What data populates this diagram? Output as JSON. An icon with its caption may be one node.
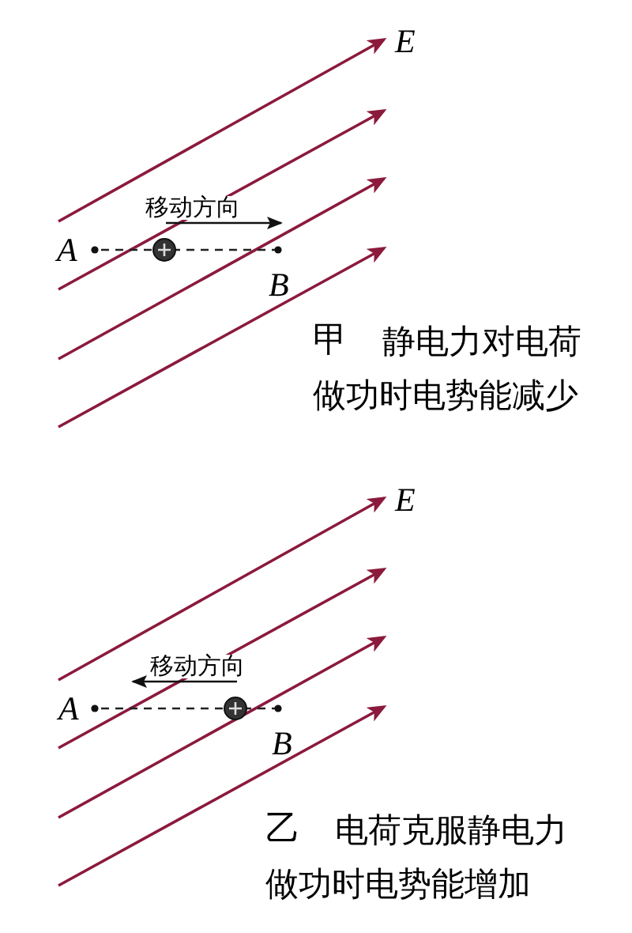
{
  "diagram": {
    "labels": [
      "E",
      "移动方向",
      "A",
      "B",
      "甲",
      "静电力对电荷做功时电势能减少",
      "E",
      "移动方向",
      "A",
      "B",
      "乙",
      "电荷克服静电力做功时电势能增加"
    ]
  }
}
